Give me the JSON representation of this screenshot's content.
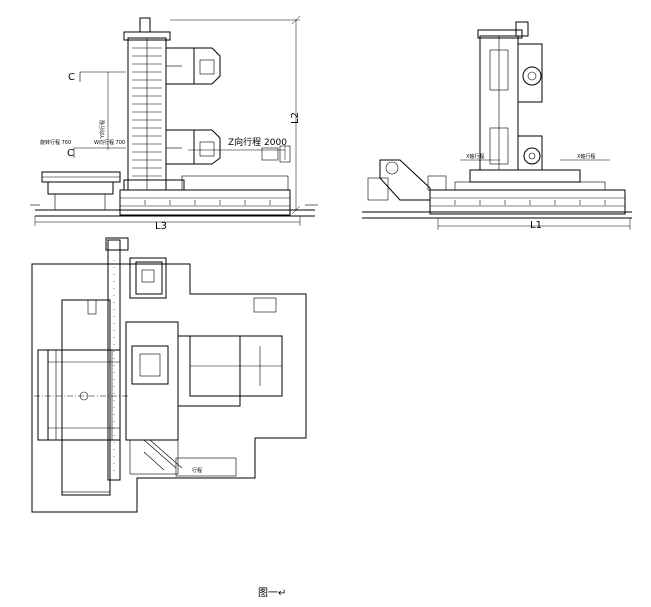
{
  "front_view": {
    "label_c_top": "C",
    "label_c_mid": "C",
    "label_l2": "L2",
    "label_l3": "L3",
    "label_z_travel": "Z向行程 2000",
    "label_y_travel": "Y向行程",
    "label_w_travel": "W向行程 700",
    "label_b_travel": "旋转行程 760"
  },
  "side_view": {
    "label_l1": "L1",
    "label_x_travel_left": "X轴行程",
    "label_x_travel_right": "X轴行程"
  },
  "plan_view": {
    "label_note": "行程"
  },
  "caption": {
    "text": "图一↵"
  }
}
